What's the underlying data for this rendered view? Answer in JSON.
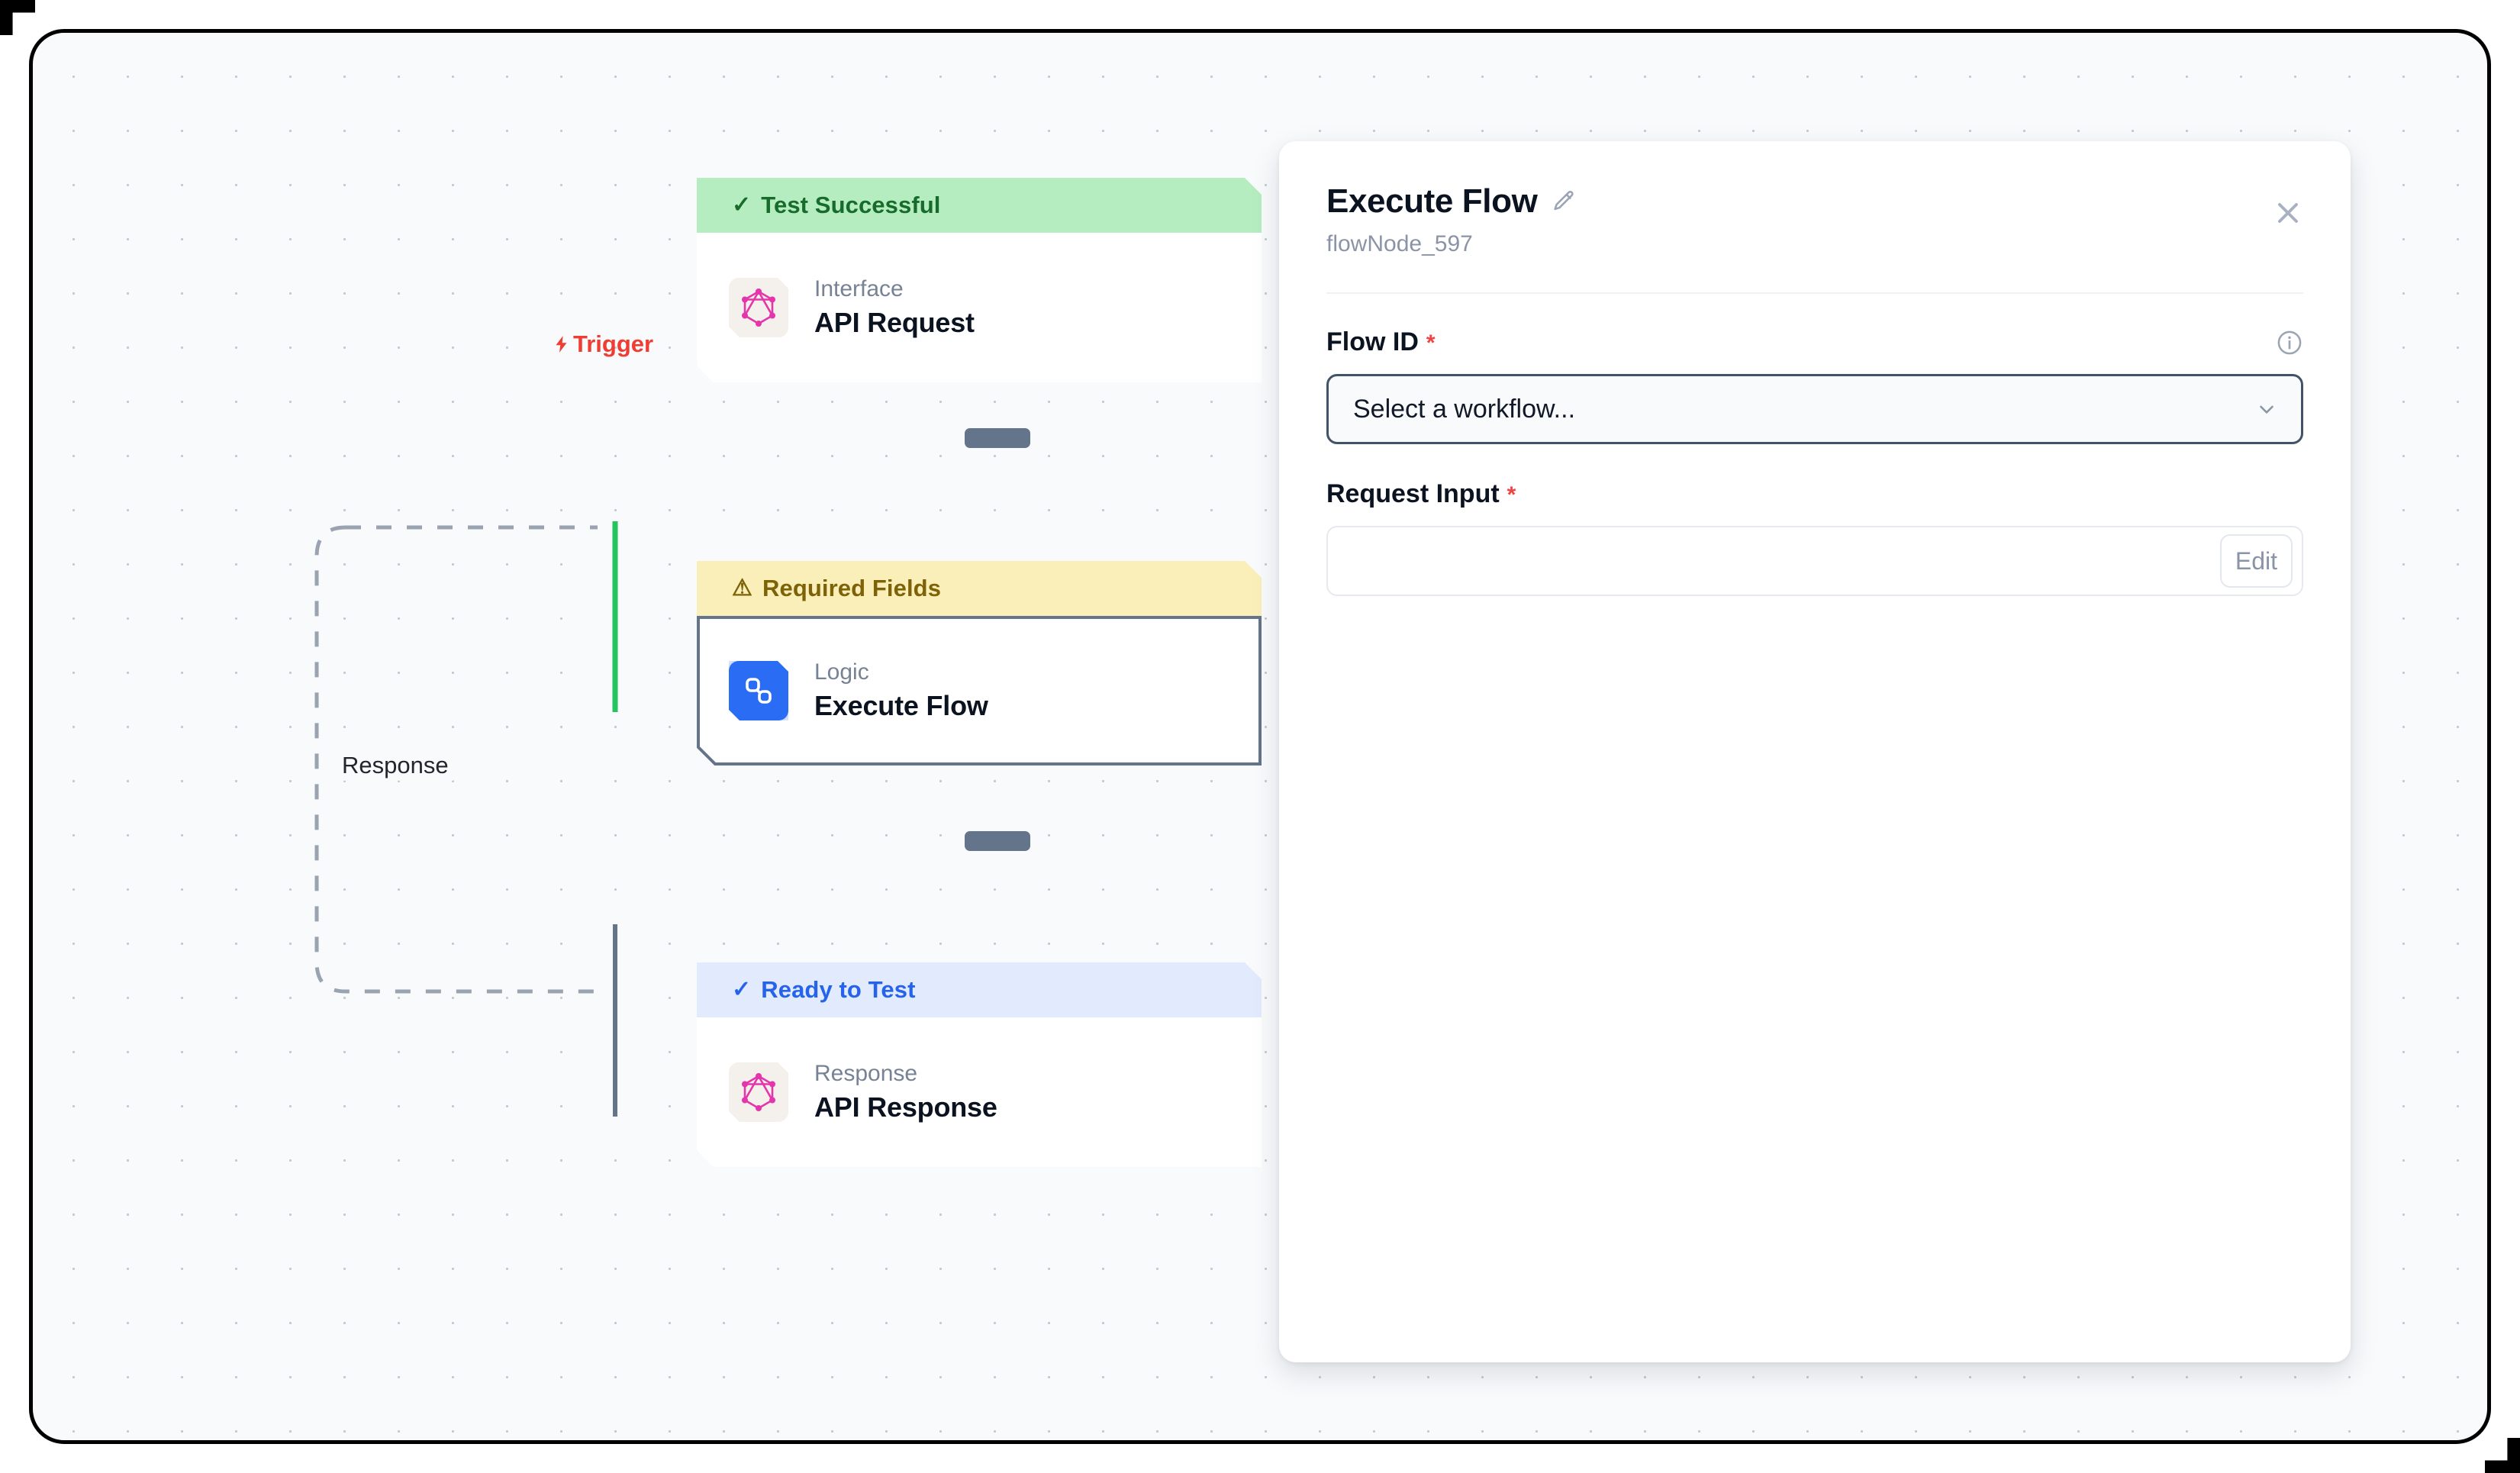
{
  "canvas": {
    "edge_labels": {
      "trigger": "Trigger",
      "response": "Response"
    },
    "nodes": [
      {
        "id": "api-request",
        "status": "Test Successful",
        "status_tone": "green",
        "status_icon": "check-icon",
        "kind": "Interface",
        "title": "API Request",
        "icon": "graphql-icon",
        "selected": false
      },
      {
        "id": "execute-flow",
        "status": "Required Fields",
        "status_tone": "amber",
        "status_icon": "warning-icon",
        "kind": "Logic",
        "title": "Execute Flow",
        "icon": "logic-flow-icon",
        "selected": true
      },
      {
        "id": "api-response",
        "status": "Ready to Test",
        "status_tone": "blue",
        "status_icon": "check-icon",
        "kind": "Response",
        "title": "API Response",
        "icon": "graphql-icon",
        "selected": false
      }
    ]
  },
  "panel": {
    "title": "Execute Flow",
    "subtitle": "flowNode_597",
    "edit_icon": "pencil-icon",
    "close_icon": "close-icon",
    "fields": [
      {
        "label": "Flow ID",
        "required_marker": "*",
        "info_icon": "info-icon",
        "control": "select",
        "value": "Select a workflow...",
        "chevron_icon": "chevron-down-icon"
      },
      {
        "label": "Request Input",
        "required_marker": "*",
        "control": "input",
        "value": "",
        "button_label": "Edit"
      }
    ]
  },
  "colors": {
    "status_green_bg": "#b5edc0",
    "status_green_fg": "#176c2c",
    "status_amber_bg": "#faefb8",
    "status_amber_fg": "#7d6208",
    "status_blue_bg": "#e2eafd",
    "status_blue_fg": "#2563eb",
    "edge_active": "#22c55e",
    "edge_default": "#64748b",
    "trigger_label": "#ef3d33",
    "accent_blue": "#2a6cf4",
    "graphql_pink": "#e535ab",
    "required_red": "#ef4444"
  }
}
